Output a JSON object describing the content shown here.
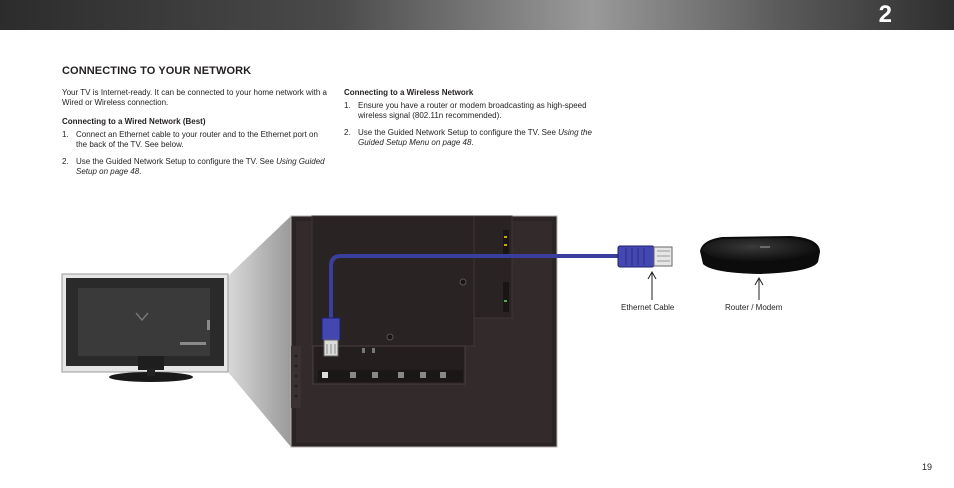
{
  "header": {
    "chapter_number": "2"
  },
  "section_title": "CONNECTING TO YOUR NETWORK",
  "intro_text": "Your TV is Internet-ready. It can be connected to your home network with a Wired or Wireless connection.",
  "wired": {
    "heading": "Connecting to a Wired Network (Best)",
    "steps": [
      {
        "number": "1.",
        "text": "Connect an Ethernet cable to your router and to the Ethernet port on the back of the TV. See below.",
        "italic": ""
      },
      {
        "number": "2.",
        "text": "Use the Guided Network Setup to configure the TV. See ",
        "italic": "Using Guided Setup on page 48",
        "trailing": "."
      }
    ]
  },
  "wireless": {
    "heading": "Connecting to a Wireless Network",
    "steps": [
      {
        "number": "1.",
        "text": "Ensure you have a router or modem broadcasting as high-speed wireless signal (802.11n recommended).",
        "italic": ""
      },
      {
        "number": "2.",
        "text": "Use the Guided Network Setup to configure the TV. See ",
        "italic": "Using the Guided Setup Menu on page 48",
        "trailing": "."
      }
    ]
  },
  "diagram": {
    "ethernet_label": "Ethernet Cable",
    "router_label": "Router / Modem",
    "cable_color": "#3a3f9e"
  },
  "page_number": "19"
}
